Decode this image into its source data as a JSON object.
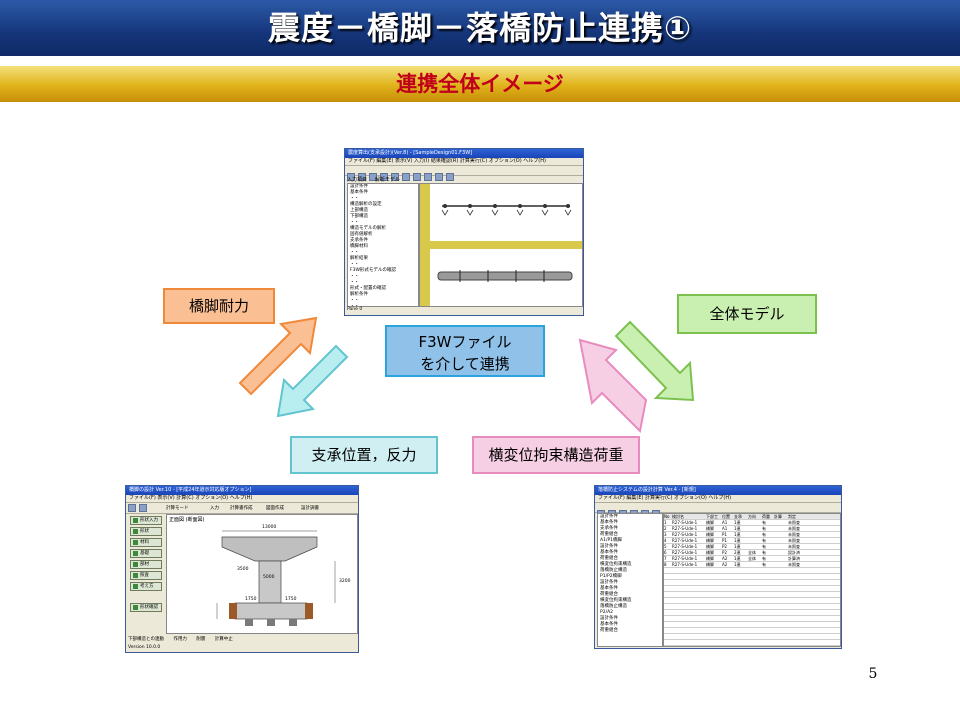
{
  "slide": {
    "title": "震度－橋脚－落橋防止連携①",
    "subtitle": "連携全体イメージ",
    "page_number": "5"
  },
  "labels": {
    "center_line1": "F3Wファイル",
    "center_line2": "を介して連携",
    "pier_strength": "橋脚耐力",
    "overall_model": "全体モデル",
    "bearing": "支承位置，反力",
    "restraint": "横変位拘束構造荷重"
  },
  "top_window": {
    "title": "震度算出(支承設計)(Ver.8) - [SampleDesign01.F3W]",
    "menu": "ファイル(F)  編集(E)  表示(V)  入力(I)  結果確認(R)  計算実行(C)  オプション(O)  ヘルプ(H)",
    "tab_input": "入力項目",
    "tab_model": "解析モデル",
    "tree": [
      "設計条件",
      "基本条件",
      "・・",
      "構造解析の設定",
      "上部構造",
      "下部構造",
      "・・",
      "構造モデルの解析",
      "固有値解析",
      "支承条件",
      "橋脚材料",
      "・・",
      "解析結果",
      "・・",
      "F3W形式モデルの確認",
      "・・",
      "・・",
      "形式・配置の確認",
      "解析条件",
      "・・",
      "・・",
      "・・",
      "下部構造の水平震度",
      "・・"
    ],
    "status": "Pane 0"
  },
  "bottom_left_window": {
    "title": "橋脚の設計 Ver.10 - [平成24年道示対応版オプション]",
    "menu": "ファイル(F)  表示(V)  計算(C)  オプション(O)  ヘルプ(H)",
    "mode_label": "計算モード",
    "tabs": [
      "入力",
      "計算書作成",
      "図面作成",
      "設計調書"
    ],
    "side_buttons": [
      "形状入力",
      "形状",
      "材料",
      "基礎",
      "部材",
      "照査",
      "考え方"
    ],
    "side_extra": "形状確認",
    "section_title": "正面図 (断面図)",
    "dims": [
      "13000",
      "5000",
      "3500",
      "1750",
      "1750",
      "3200"
    ],
    "bottom_tabs": [
      "下部構造との連動",
      "作用力",
      "耐震",
      "計算中止"
    ],
    "status": "Version 10.0.0"
  },
  "bottom_right_window": {
    "title": "落橋防止システムの設計計算 Ver.4 - [新規]",
    "menu": "ファイル(F)  編集(E)  計算実行(C)  オプション(O)  ヘルプ(H)",
    "tree": [
      "設計条件",
      "基本条件",
      "支承条件",
      "荷重組合",
      "A1/P1橋脚",
      "設計条件",
      "基本条件",
      "荷重組合",
      "横変位拘束構造",
      "落橋防止構造",
      "P1/P2橋脚",
      "設計条件",
      "基本条件",
      "荷重組合",
      "横変位拘束構造",
      "落橋防止構造",
      "P2/A2",
      "設計条件",
      "基本条件",
      "荷重組合"
    ],
    "table_headers": [
      "No",
      "検討名",
      "下部工",
      "位置",
      "支承",
      "方向",
      "荷重",
      "計算",
      "判定"
    ],
    "table_rows": [
      [
        "1",
        "R27-S-Ude-1",
        "橋脚",
        "A1",
        "1連",
        "",
        "有",
        "",
        "未照査"
      ],
      [
        "2",
        "R27-S-Ude-1",
        "橋脚",
        "A1",
        "1連",
        "",
        "有",
        "",
        "未照査"
      ],
      [
        "3",
        "R27-S-Ude-1",
        "橋脚",
        "P1",
        "1連",
        "",
        "有",
        "",
        "未照査"
      ],
      [
        "4",
        "R27-S-Ude-1",
        "橋脚",
        "P1",
        "1連",
        "",
        "有",
        "",
        "未照査"
      ],
      [
        "5",
        "R27-S-Ude-1",
        "橋脚",
        "P2",
        "1連",
        "",
        "有",
        "",
        "未照査"
      ],
      [
        "6",
        "R27-S-Ude-1",
        "橋脚",
        "P2",
        "2連",
        "全体",
        "有",
        "",
        "設計済"
      ],
      [
        "7",
        "R27-S-Ude-1",
        "橋脚",
        "A2",
        "1連",
        "全体",
        "有",
        "",
        "計算済"
      ],
      [
        "8",
        "R27-S-Ude-1",
        "橋脚",
        "A2",
        "1連",
        "",
        "有",
        "",
        "未照査"
      ]
    ]
  },
  "colors": {
    "title_blue": "#15357a",
    "subtitle_gold": "#e0b21a",
    "subtitle_text": "#c0001a",
    "orange": "#f0883a",
    "green": "#7cc04f",
    "teal": "#61c4cf",
    "pink": "#e88bbd",
    "center_blue": "#2aa4dc"
  }
}
